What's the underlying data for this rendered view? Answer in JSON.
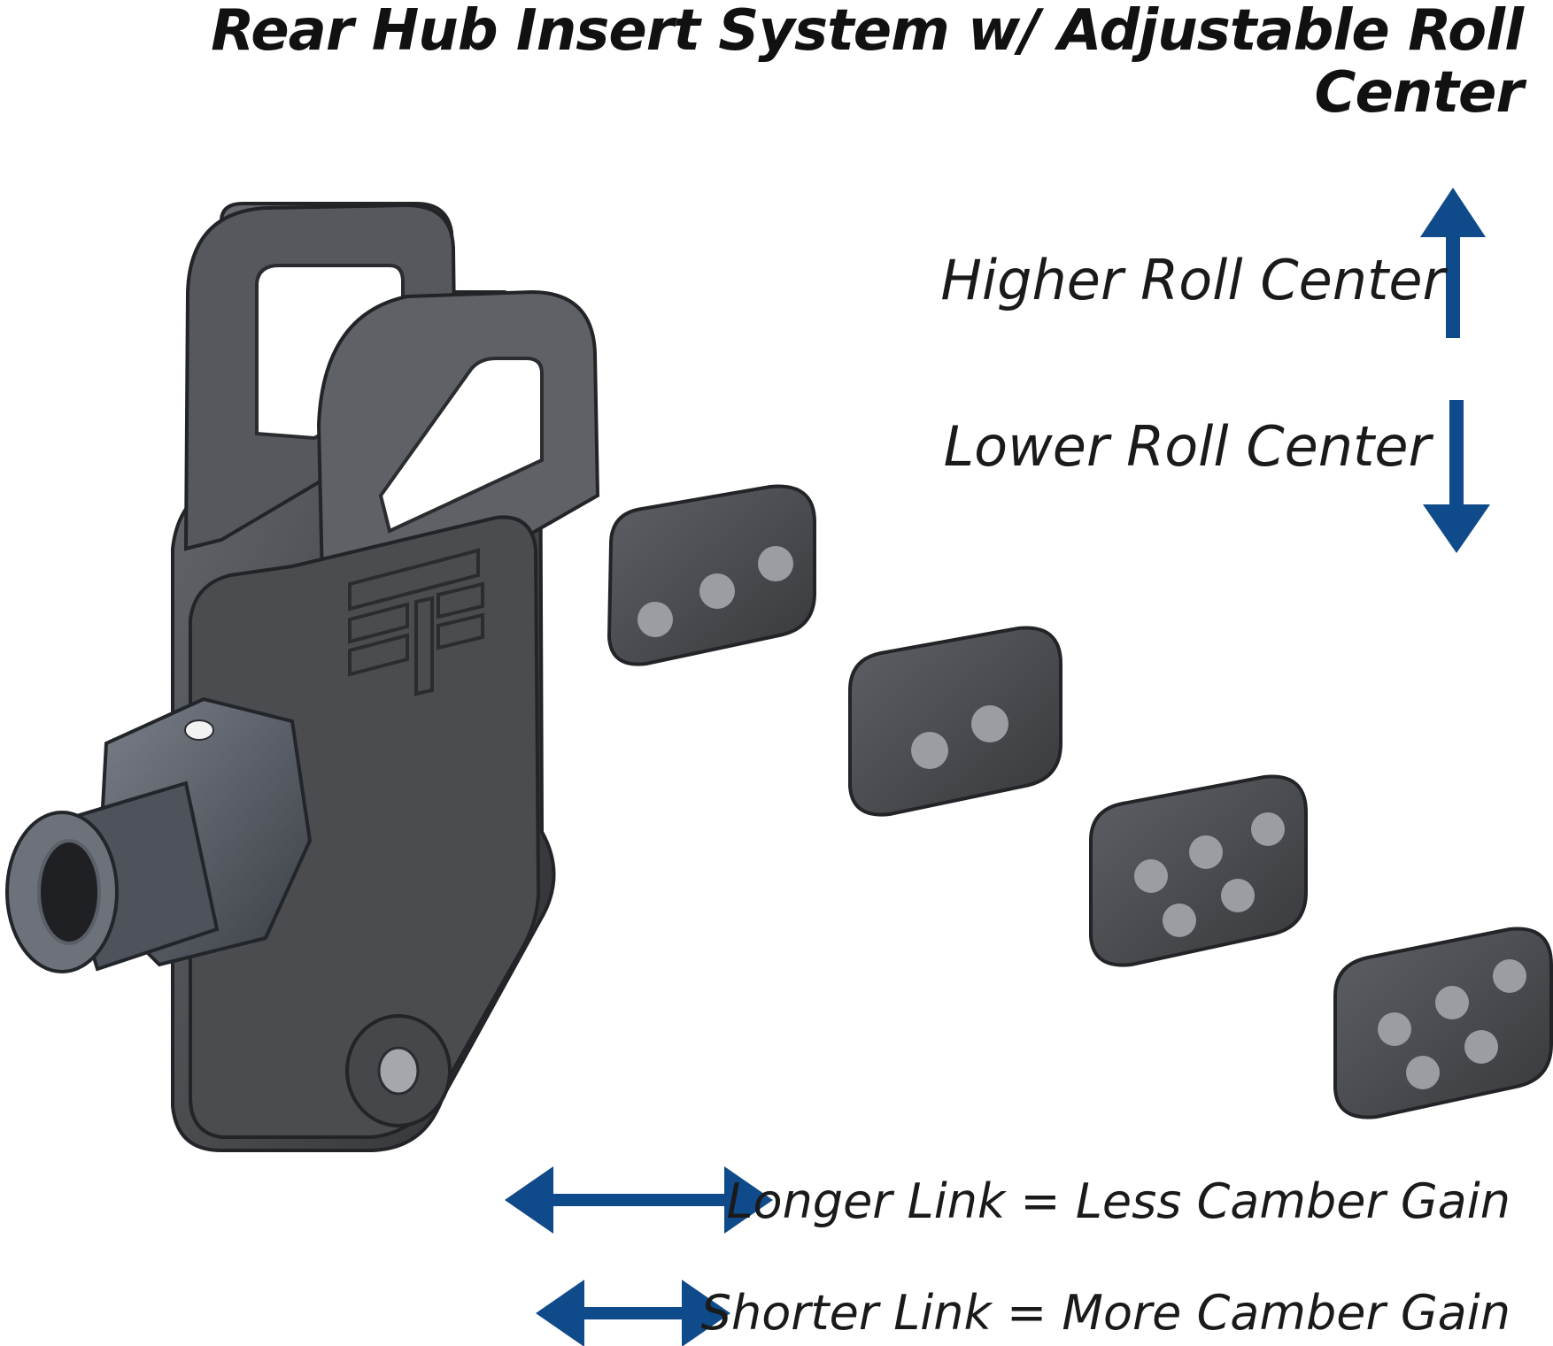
{
  "title": "Rear Hub Insert System w/ Adjustable Roll Center",
  "labels": {
    "higher_roll_center": "Higher Roll Center",
    "lower_roll_center": "Lower Roll Center",
    "longer_link": "Longer Link = Less Camber Gain",
    "shorter_link": "Shorter Link = More Camber Gain"
  },
  "colors": {
    "arrow_blue": "#0f4a8a",
    "part_dark": "#3d3f43",
    "part_light": "#5a5d62",
    "hole": "#9a9da2",
    "text": "#1a1a1a"
  },
  "icons": {
    "up_arrow": "arrow-up-icon",
    "down_arrow": "arrow-down-icon",
    "double_arrow": "double-arrow-icon"
  }
}
